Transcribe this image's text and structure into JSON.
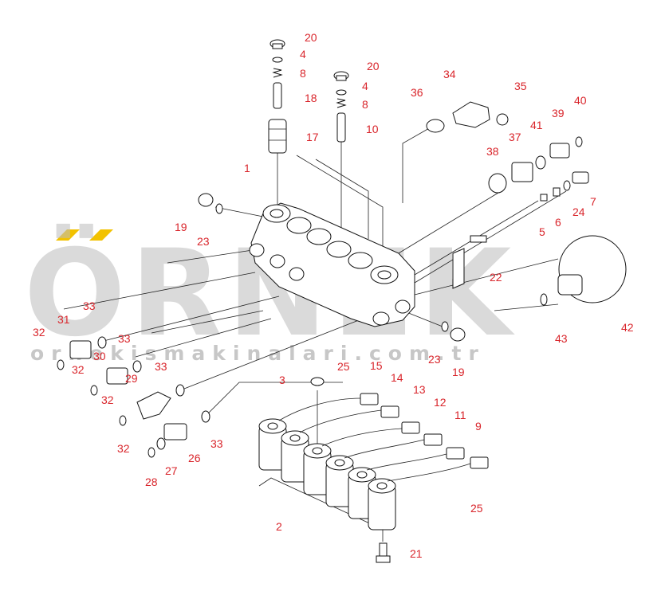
{
  "watermark": {
    "brand": "ÖRNEK",
    "url": "ornekismakinalari.com.tr",
    "dot_color": "#f2c200",
    "text_color": "#bdbdbd"
  },
  "colors": {
    "callout": "#d9252b",
    "line": "#111111"
  },
  "callouts": {
    "c1": "1",
    "c2": "2",
    "c3": "3",
    "c4a": "4",
    "c4b": "4",
    "c5": "5",
    "c6": "6",
    "c7": "7",
    "c8a": "8",
    "c8b": "8",
    "c9": "9",
    "c10": "10",
    "c11": "11",
    "c12": "12",
    "c13": "13",
    "c14": "14",
    "c15": "15",
    "c17": "17",
    "c18": "18",
    "c19a": "19",
    "c19b": "19",
    "c20a": "20",
    "c20b": "20",
    "c21": "21",
    "c22": "22",
    "c23a": "23",
    "c23b": "23",
    "c24": "24",
    "c25a": "25",
    "c25b": "25",
    "c26": "26",
    "c27": "27",
    "c28": "28",
    "c29": "29",
    "c30": "30",
    "c31": "31",
    "c32a": "32",
    "c32b": "32",
    "c32c": "32",
    "c32d": "32",
    "c33a": "33",
    "c33b": "33",
    "c33c": "33",
    "c33d": "33",
    "c34": "34",
    "c35": "35",
    "c36": "36",
    "c37": "37",
    "c38": "38",
    "c39": "39",
    "c40": "40",
    "c41": "41",
    "c42": "42",
    "c43": "43"
  }
}
